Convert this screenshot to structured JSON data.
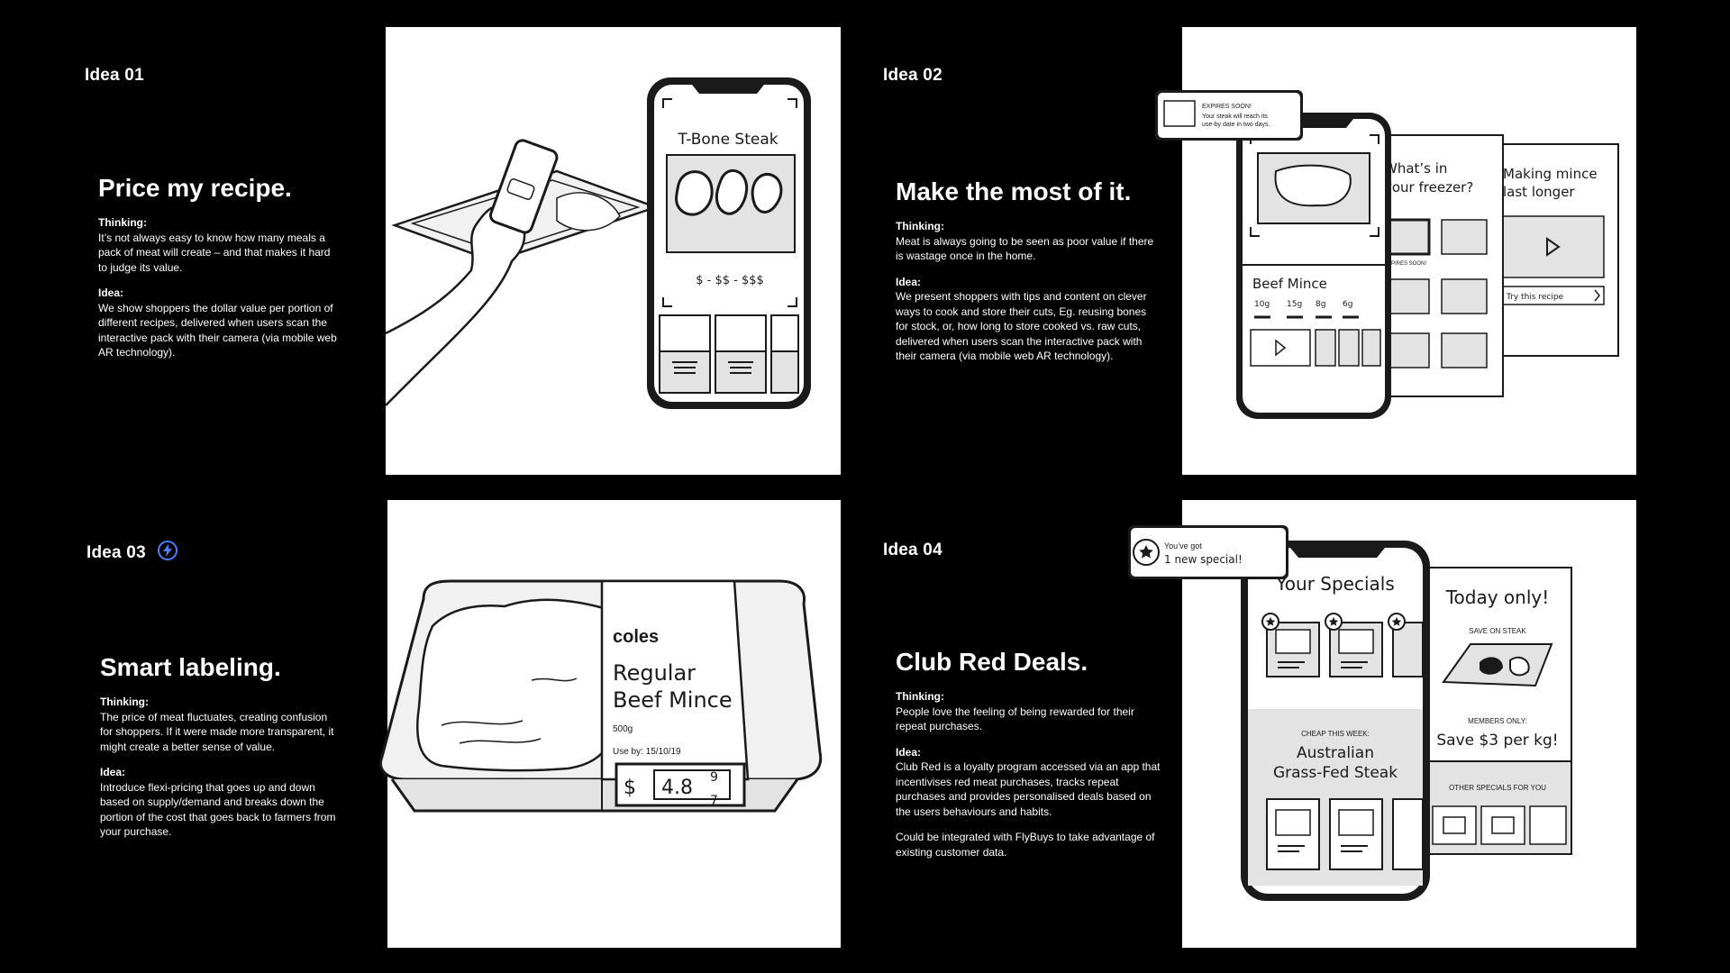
{
  "ideas": [
    {
      "label": "Idea 01",
      "heading": "Price my recipe.",
      "thinking_label": "Thinking:",
      "thinking": "It’s not always easy to know how many meals a pack of meat will create – and that makes it hard to judge its value.",
      "idea_label": "Idea:",
      "idea": "We show shoppers the dollar value per portion of different recipes, delivered when users scan the interactive pack with their camera (via mobile web AR technology).",
      "panel": {
        "phone_title": "T-Bone Steak",
        "price_scale": "$ - $$ - $$$"
      }
    },
    {
      "label": "Idea 02",
      "heading": "Make the most of it.",
      "thinking_label": "Thinking:",
      "thinking": "Meat is always going to be seen as poor value if there is wastage once in the home.",
      "idea_label": "Idea:",
      "idea": "We present shoppers with tips and content on clever ways to cook and store their cuts, Eg. reusing bones for stock, or, how long to store cooked vs. raw cuts, delivered when users scan the interactive pack with their camera (via mobile web AR technology).",
      "panel": {
        "notif_title": "EXPIRES SOON!",
        "notif_line1": "Your steak will reach its",
        "notif_line2": "use-by date in two days.",
        "product": "Beef Mince",
        "weights": [
          "10g",
          "15g",
          "8g",
          "6g"
        ],
        "freezer_q1": "What’s in",
        "freezer_q2": "your freezer?",
        "expires_tag": "EXPIRES SOON!",
        "mince_title1": "Making mince",
        "mince_title2": "last longer",
        "recipe_link": "Try this recipe"
      }
    },
    {
      "label": "Idea 03",
      "heading": "Smart labeling.",
      "thinking_label": "Thinking:",
      "thinking": "The price of meat fluctuates, creating confusion for shoppers. If it were made more transparent, it might create a better sense of value.",
      "idea_label": "Idea:",
      "idea": "Introduce flexi-pricing that goes up and down based on supply/demand and breaks down the portion of the cost that goes back to farmers from your purchase.",
      "panel": {
        "brand": "coles",
        "product1": "Regular",
        "product2": "Beef Mince",
        "weight": "500g",
        "use_by": "Use by: 15/10/19",
        "currency": "$",
        "price": "4.8",
        "digit_top": "9",
        "digit_bottom": "7"
      }
    },
    {
      "label": "Idea 04",
      "heading": "Club Red Deals.",
      "thinking_label": "Thinking:",
      "thinking": "People love the feeling of being rewarded for their repeat purchases.",
      "idea_label": "Idea:",
      "idea": "Club Red is a loyalty program accessed via an app that incentivises red meat purchases, tracks repeat purchases and provides personalised deals based on the users behaviours and habits.",
      "extra": "Could be integrated with FlyBuys to take advantage of existing customer data.",
      "panel": {
        "notif_line1": "You’ve got",
        "notif_line2": "1 new special!",
        "specials_title": "Your Specials",
        "cheap_label": "CHEAP THIS WEEK:",
        "cheap_item1": "Australian",
        "cheap_item2": "Grass-Fed Steak",
        "today_title": "Today only!",
        "save_label": "SAVE ON STEAK",
        "members_label": "MEMBERS ONLY:",
        "members_offer": "Save $3 per kg!",
        "other_label": "OTHER SPECIALS FOR YOU"
      }
    }
  ],
  "colors": {
    "background": "#000000",
    "panel": "#ffffff",
    "ink": "#1a1a1a",
    "shade": "#e3e3e3",
    "bolt": "#4a7dff"
  }
}
